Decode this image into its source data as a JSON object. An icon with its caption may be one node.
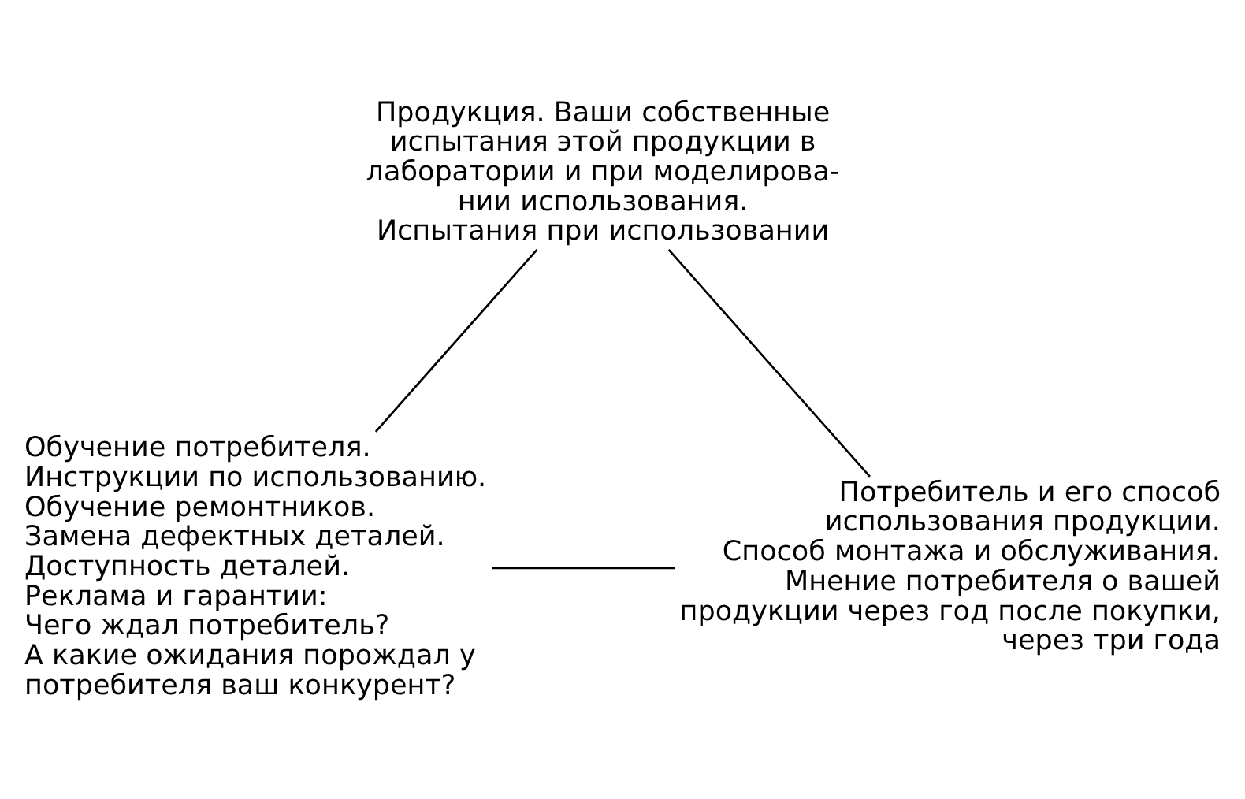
{
  "diagram": {
    "nodes": [
      {
        "text": [
          "Продукция. Ваши собственные испытания этой продукции в лаборатории и при моделирова- нии использования.",
          "Испытания при использовании"
        ]
      },
      {
        "text": [
          "Обучение потребителя.",
          "Инструкции по использованию.",
          "Обучение ремонтников.",
          "Замена дефектных деталей.",
          "Доступность деталей.",
          "Реклама и гарантии:",
          "Чего ждал потребитель?",
          "А какие ожидания порождал у потребителя ваш конкурент?"
        ]
      },
      {
        "text": [
          "Потребитель и его способ использования продукции.",
          "Способ монтажа и обслуживания.",
          "Мнение потребителя о вашей продукции через год после покупки, через три года"
        ]
      }
    ],
    "edges": [
      {
        "from": 0,
        "to": 1,
        "arrow": "none"
      },
      {
        "from": 0,
        "to": 2,
        "arrow": "none"
      },
      {
        "from": 1,
        "to": 2,
        "arrow": "none"
      }
    ]
  }
}
